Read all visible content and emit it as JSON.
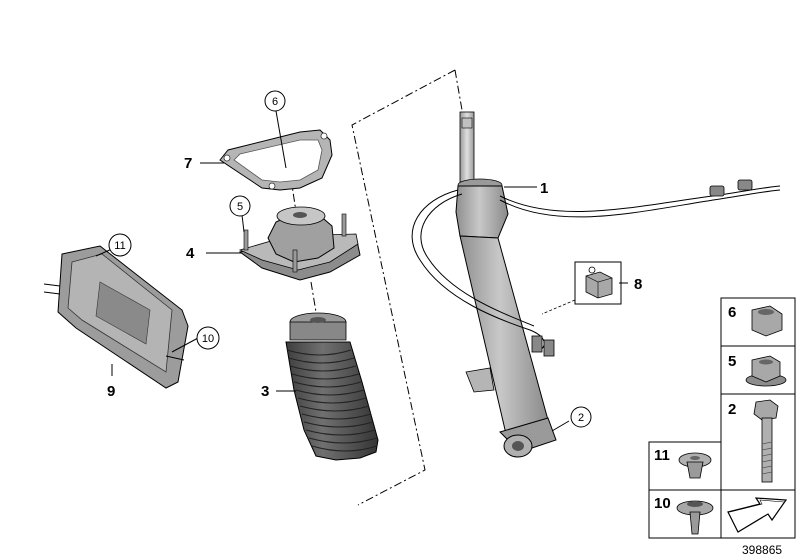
{
  "callouts": {
    "c1": "1",
    "c2": "2",
    "c3": "3",
    "c4": "4",
    "c5": "5",
    "c6": "6",
    "c7": "7",
    "c8": "8",
    "c9": "9",
    "c10": "10",
    "c11": "11"
  },
  "side_panel": {
    "r6": "6",
    "r5": "5",
    "r2": "2",
    "r11": "11",
    "r10": "10"
  },
  "diagram_id": "398865",
  "colors": {
    "part_fill": "#a9a9a9",
    "part_dark": "#7e7e7e",
    "part_light": "#d0d0d0",
    "outline": "#000000"
  }
}
